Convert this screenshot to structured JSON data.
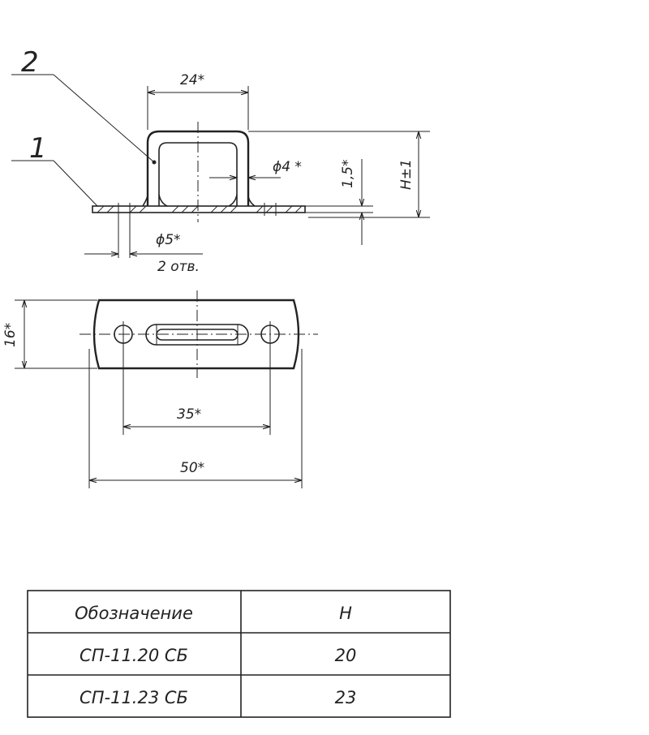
{
  "labels": {
    "part_2": "2",
    "part_1": "1",
    "dim_24": "24*",
    "dim_phi4": "ϕ4 *",
    "dim_15": "1,5*",
    "dim_h": "H±1",
    "dim_phi5": "ϕ5*",
    "holes_note": "2 отв.",
    "dim_16": "16*",
    "dim_35": "35*",
    "dim_50": "50*"
  },
  "table": {
    "headers": [
      "Обозначение",
      "H"
    ],
    "rows": [
      [
        "СП-11.20 СБ",
        "20"
      ],
      [
        "СП-11.23 СБ",
        "23"
      ]
    ]
  }
}
